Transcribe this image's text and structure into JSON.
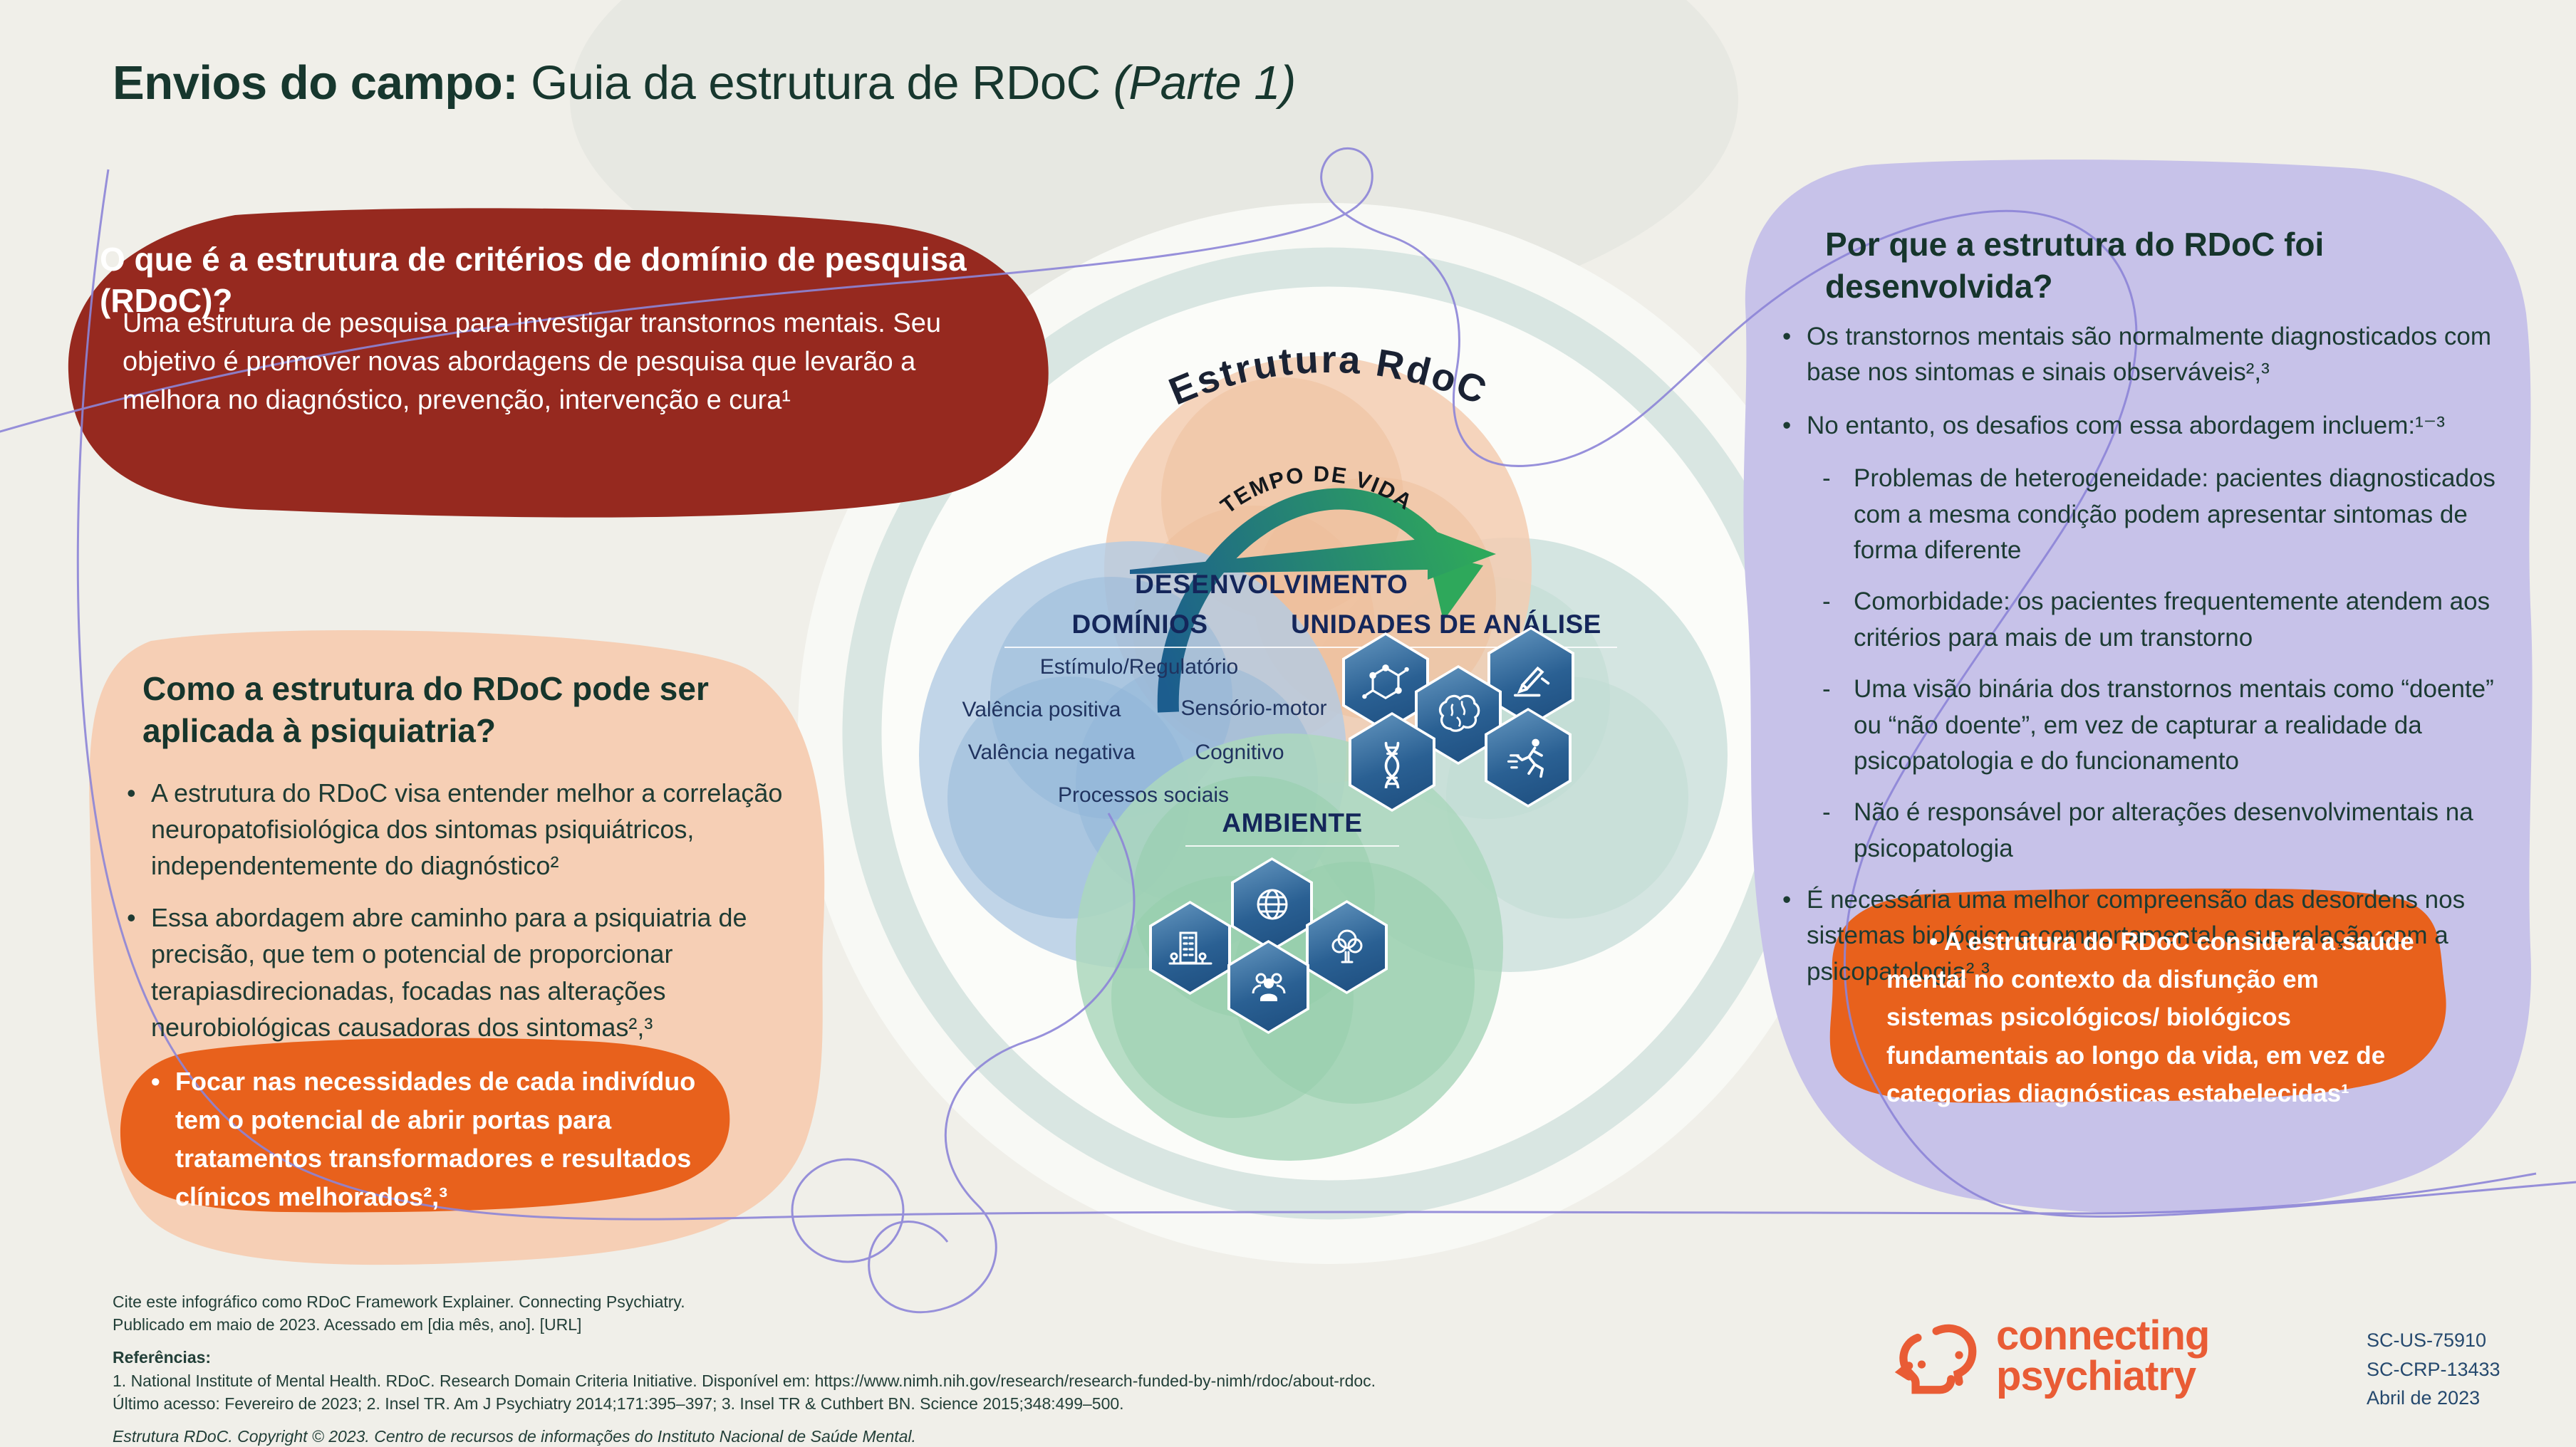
{
  "markers": {
    "bullet": "•",
    "dash": "-"
  },
  "colors": {
    "background": "#f0efe9",
    "red_blob": "#96291f",
    "peach_blob": "#f6cfb5",
    "orange_callout": "#e8611c",
    "purple_blob": "#c7c2e9",
    "navy_label": "#14265a",
    "dark_green_text": "#1d3a32",
    "logo_orange": "#e95c35",
    "squiggle_purple": "#8d85d8",
    "ring_teal": "#d9e6e2"
  },
  "title": {
    "bold": "Envios do campo:",
    "regular": " Guia da estrutura de RDoC ",
    "italic": "(Parte 1)"
  },
  "what_box": {
    "heading": "O que é a estrutura de critérios de domínio de pesquisa (RDoC)?",
    "body": "Uma estrutura de pesquisa para investigar transtornos mentais. Seu objetivo é promover novas abordagens de pesquisa que levarão a melhora no diagnóstico, prevenção, intervenção e cura¹"
  },
  "how_box": {
    "heading": "Como a estrutura do RDoC pode ser aplicada à psiquiatria?",
    "bullets": [
      "A estrutura do RDoC visa entender melhor a correlação neuropatofisiológica dos sintomas psiquiátricos, independentemente do diagnóstico²",
      "Essa abordagem abre caminho para a psiquiatria de precisão, que tem o potencial de proporcionar terapiasdirecionadas, focadas nas alterações neurobiológicas causadoras dos sintomas²,³"
    ]
  },
  "focus_callout": {
    "text": "Focar nas necessidades de cada indivíduo tem o potencial de abrir portas para tratamentos transformadores e resultados clínicos melhorados²,³"
  },
  "why_box": {
    "heading": "Por que a estrutura do RDoC foi desenvolvida?",
    "bullet1": "Os transtornos mentais são normalmente diagnosticados com base nos sintomas e sinais observáveis²,³",
    "bullet2": "No entanto, os desafios com essa abordagem incluem:¹⁻³",
    "subs": [
      "Problemas de heterogeneidade: pacientes diagnosticados com a mesma condição podem apresentar sintomas de forma diferente",
      "Comorbidade: os pacientes frequentemente atendem aos critérios para mais de um transtorno",
      "Uma visão binária dos transtornos mentais como “doente” ou “não doente”, em vez de capturar a realidade da psicopatologia e do funcionamento",
      "Não é responsável por alterações desenvolvimentais na psicopatologia"
    ],
    "bullet3": "É necessária uma melhor compreensão das desordens nos sistemas biológico e comportamental e sua relação com a psicopatologia²,³"
  },
  "rdoc_callout": {
    "text": "A estrutura do RDoC considera a saúde mental no contexto da disfunção em sistemas psicológicos/ biológicos fundamentais ao longo da vida, em vez de categorias diagnósticas estabelecidas¹"
  },
  "diagram": {
    "arc_title": "Estrutura RdoC",
    "lifespan_label": "TEMPO DE VIDA",
    "development_label": "DESENVOLVIMENTO",
    "domains_title": "DOMÍNIOS",
    "domains": [
      "Estímulo/Regulatório",
      "Valência positiva",
      "Sensório-motor",
      "Valência negativa",
      "Cognitivo",
      "Processos sociais"
    ],
    "units_title": "UNIDADES DE ANÁLISE",
    "unit_icons": [
      "molecule-icon",
      "writing-hand-icon",
      "brain-icon",
      "dna-icon",
      "running-person-icon"
    ],
    "environment_title": "AMBIENTE",
    "environment_icons": [
      "globe-icon",
      "building-icon",
      "tree-icon",
      "people-icon"
    ]
  },
  "footer": {
    "cite1": "Cite este infográfico como RDoC Framework Explainer. Connecting Psychiatry.",
    "cite2": "Publicado em maio de 2023. Acessado em [dia mês, ano]. [URL]",
    "refs_label": "Referências:",
    "ref_line1": "1. National Institute of Mental Health. RDoC. Research Domain Criteria Initiative. Disponível em: https://www.nimh.nih.gov/research/research-funded-by-nimh/rdoc/about-rdoc.",
    "ref_line2": "Último acesso: Fevereiro de 2023; 2. Insel TR. Am J Psychiatry 2014;171:395–397; 3. Insel TR & Cuthbert BN. Science 2015;348:499–500.",
    "copyright": "Estrutura RDoC. Copyright © 2023. Centro de recursos de informações do Instituto Nacional de Saúde Mental."
  },
  "brand": {
    "logo_line1": "connecting",
    "logo_line2": "psychiatry",
    "code1": "SC-US-75910",
    "code2": "SC-CRP-13433",
    "code3": "Abril de 2023"
  }
}
